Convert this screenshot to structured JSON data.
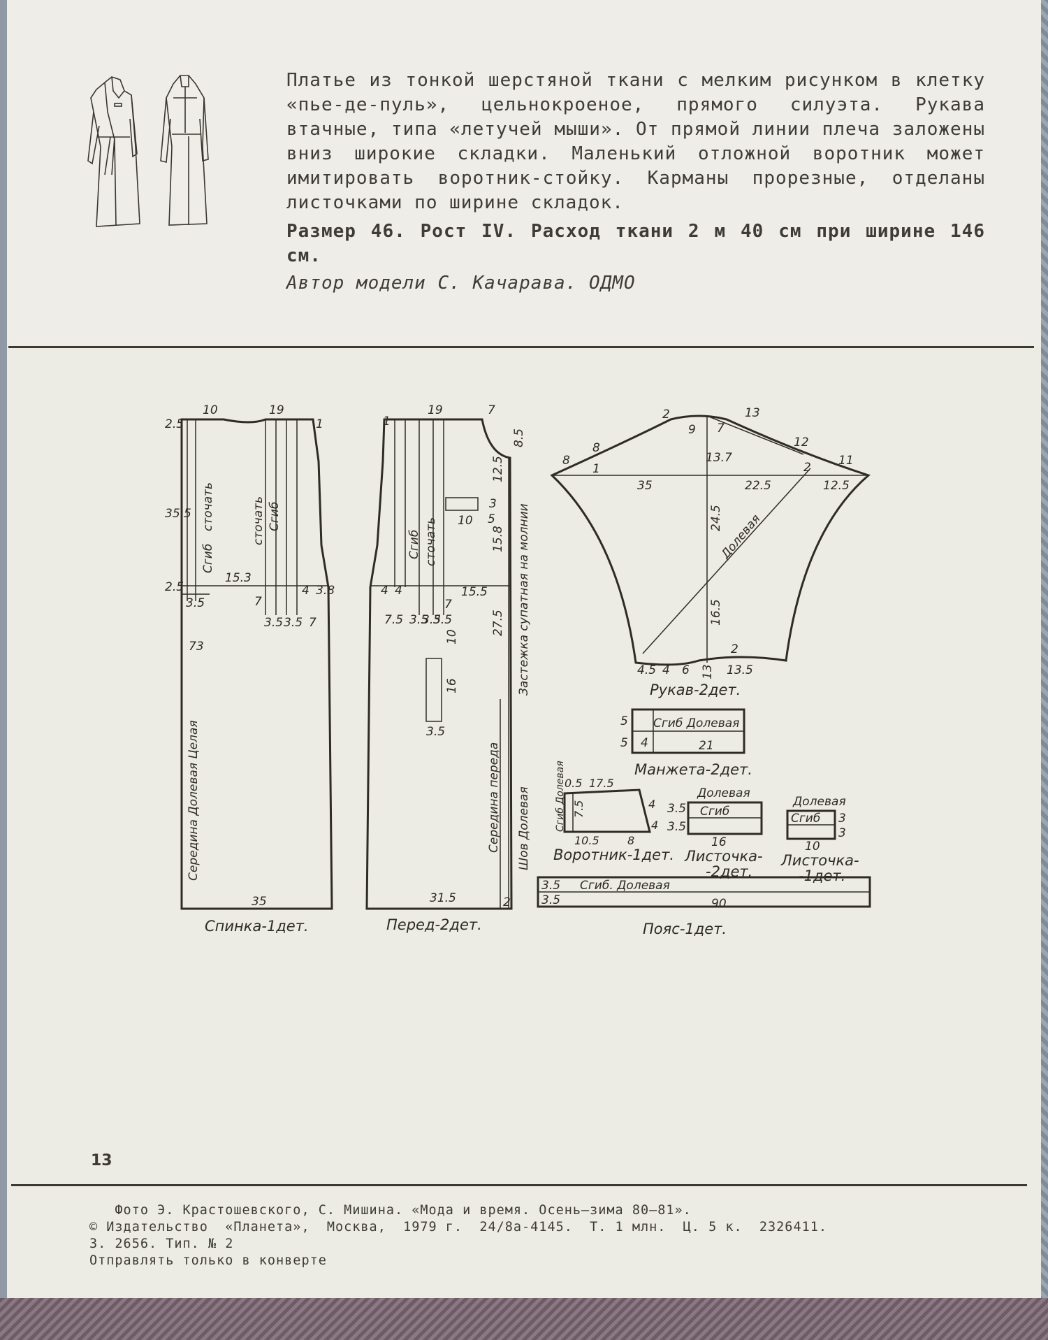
{
  "description": {
    "paragraph": "Платье из тонкой шерстяной ткани с мелким рисунком в клетку «пье-де-пуль», цельнокроеное, прямого силуэта. Рукава втачные, типа «летучей мыши». От прямой линии плеча заложены вниз широкие складки. Маленький отложной воротник может имитировать воротник-стойку. Карманы прорезные, отделаны листочками по ширине складок.",
    "size_line": "Размер 46. Рост IV. Расход ткани 2 м 40 см при ширине 146 см.",
    "author": "Автор модели С. Качарава. ОДМО"
  },
  "pattern": {
    "back": {
      "caption": "Спинка-1дет.",
      "labels": [
        "10",
        "19",
        "1",
        "2.5",
        "35.5",
        "2.5",
        "3.5",
        "15.3",
        "4",
        "3.8",
        "7",
        "3.5",
        "3.5",
        "7",
        "73",
        "35"
      ],
      "notes": [
        "сточать",
        "Сгиб",
        "сточать",
        "Сгиб",
        "Середина Долевая Целая"
      ]
    },
    "front": {
      "caption": "Перед-2дет.",
      "labels": [
        "1",
        "19",
        "7",
        "8.5",
        "12.5",
        "3",
        "10",
        "5",
        "15.8",
        "4",
        "4",
        "15.5",
        "7.5",
        "3.5",
        "3.5",
        "3.5",
        "7",
        "27.5",
        "10",
        "16",
        "3.5",
        "31.5",
        "2"
      ],
      "notes": [
        "Сгиб",
        "сточать",
        "Застежка супатная на молнии",
        "Середина переда",
        "Шов Долевая"
      ]
    },
    "sleeve": {
      "caption": "Рукав-2дет.",
      "labels": [
        "2",
        "13",
        "9",
        "7",
        "8",
        "8",
        "1",
        "13.7",
        "12",
        "11",
        "2",
        "35",
        "22.5",
        "12.5",
        "24.5",
        "16.5",
        "2",
        "4.5",
        "4",
        "6",
        "13",
        "13.5"
      ],
      "notes": [
        "Долевая"
      ]
    },
    "cuff": {
      "caption": "Манжета-2дет.",
      "labels": [
        "5",
        "5",
        "4",
        "21"
      ],
      "notes": [
        "Сгиб Долевая"
      ]
    },
    "collar": {
      "caption": "Воротник-1дет.",
      "labels": [
        "0.5",
        "17.5",
        "7.5",
        "4",
        "4",
        "10.5",
        "8"
      ],
      "notes": [
        "Сгиб Долевая"
      ]
    },
    "flap2": {
      "caption_line1": "Листочка-",
      "caption_line2": "-2дет.",
      "labels": [
        "3.5",
        "3.5",
        "16"
      ],
      "notes": [
        "Долевая",
        "Сгиб"
      ]
    },
    "flap1": {
      "caption_line1": "Листочка-",
      "caption_line2": "-1дет.",
      "labels": [
        "3",
        "3",
        "10"
      ],
      "notes": [
        "Долевая",
        "Сгиб"
      ]
    },
    "belt": {
      "caption": "Пояс-1дет.",
      "labels": [
        "3.5",
        "3.5",
        "90"
      ],
      "notes": [
        "Сгиб. Долевая"
      ]
    }
  },
  "page_number": "13",
  "credits": [
    "   Фото Э. Крастошевского, С. Мишина. «Мода и время. Осень—зима 80—81».",
    "© Издательство  «Планета»,  Москва,  1979 г.  24/8а-4145.  Т. 1 млн.  Ц. 5 к.  2326411.",
    "З. 2656. Тип. № 2",
    "Отправлять только в конверте"
  ]
}
